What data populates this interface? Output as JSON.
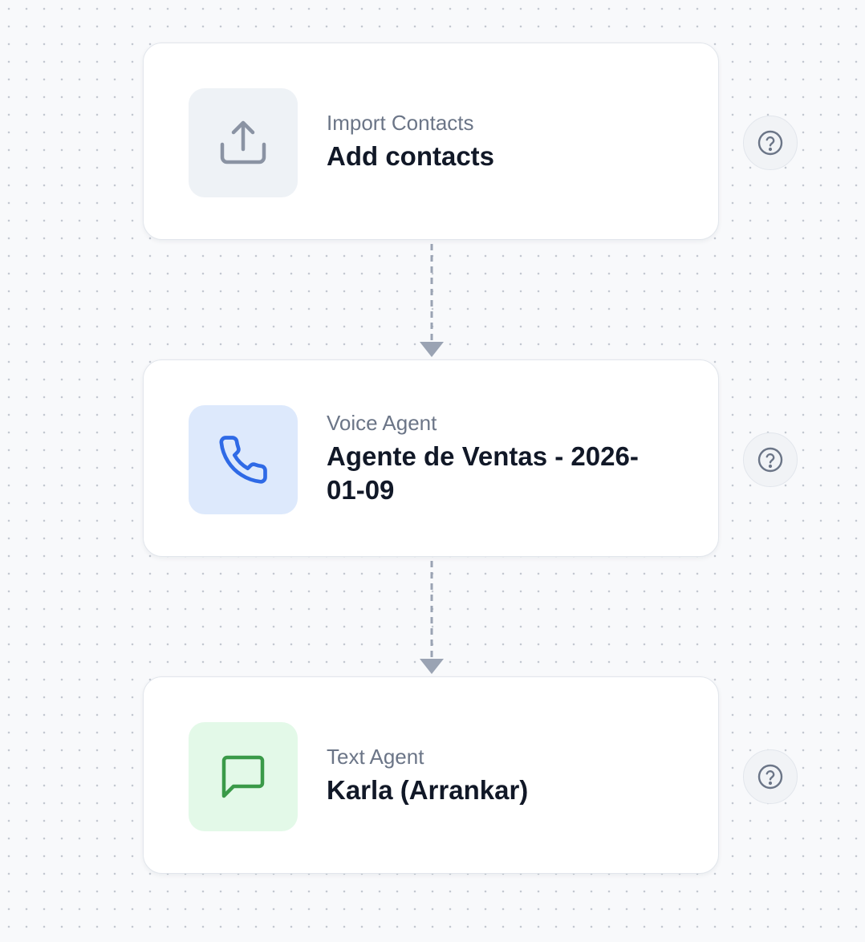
{
  "nodes": [
    {
      "type_label": "Import Contacts",
      "title": "Add contacts",
      "icon": "upload-icon",
      "tile_color": "#eef2f6",
      "icon_color": "#8a93a3"
    },
    {
      "type_label": "Voice Agent",
      "title": "Agente de Ventas - 2026-01-09",
      "icon": "phone-icon",
      "tile_color": "#dde9fc",
      "icon_color": "#2f6ae6"
    },
    {
      "type_label": "Text Agent",
      "title": "Karla (Arrankar)",
      "icon": "message-icon",
      "tile_color": "#e3f9e8",
      "icon_color": "#3a9a48"
    }
  ],
  "help_icon": "question-circle-icon",
  "connector_icon": "dashed-arrow-down-icon",
  "colors": {
    "canvas_background": "#f8f9fb",
    "connector": "#9aa3b3",
    "help_icon": "#6b7587"
  }
}
